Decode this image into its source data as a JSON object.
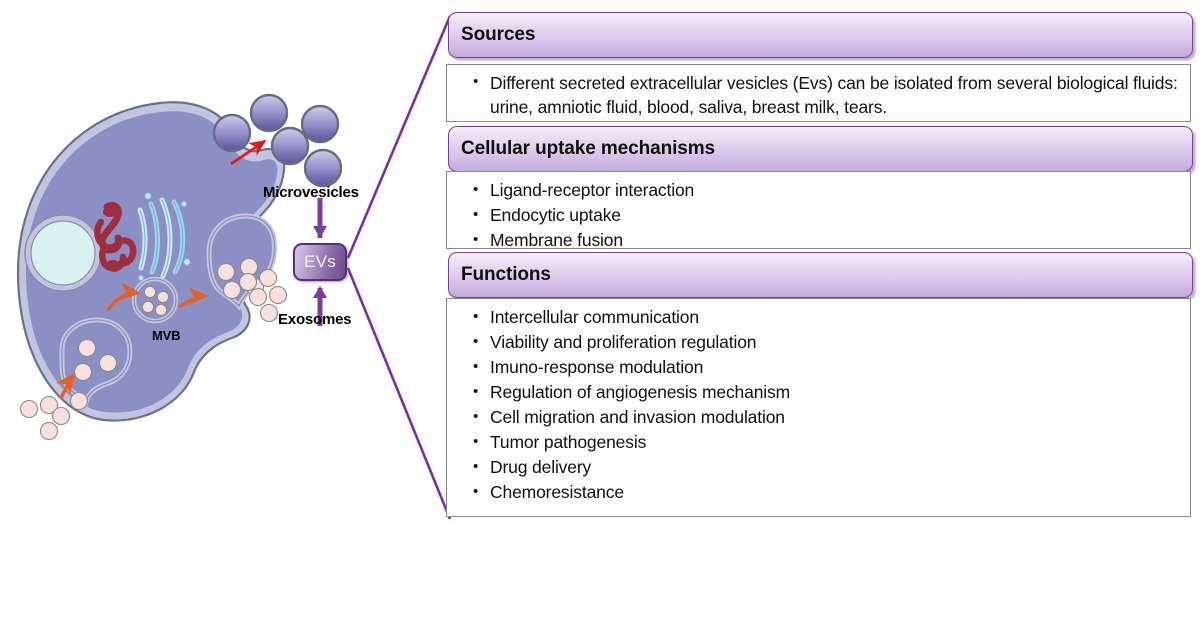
{
  "illustration": {
    "labels": {
      "microvesicles": "Microvesicles",
      "exosomes": "Exosomes",
      "mvb": "MVB",
      "evs": "EVs"
    },
    "colors": {
      "cell_body": "#8b8fc4",
      "cell_membrane": "#c3c5e0",
      "nucleus": "#d8f2f2",
      "golgi": "#9fd4ea",
      "mitochondria": "#9e2d3f",
      "microvesicle_top": "#c9c7e8",
      "microvesicle_bottom": "#5a559f",
      "exosome": "#f7e0de",
      "arrow_orange": "#e2602a",
      "arrow_red": "#d81f1f",
      "arrow_purple": "#7a3f9d",
      "connector_line": "#7a2fa0"
    }
  },
  "panels": [
    {
      "id": "sources",
      "header": "Sources",
      "items": [
        "Different secreted extracellular vesicles (Evs) can be isolated from several biological fluids: urine, amniotic fluid, blood, saliva, breast milk, tears."
      ]
    },
    {
      "id": "cellular-uptake-mechanisms",
      "header": "Cellular uptake mechanisms",
      "items": [
        "Ligand-receptor interaction",
        "Endocytic uptake",
        "Membrane fusion"
      ]
    },
    {
      "id": "functions",
      "header": "Functions",
      "items": [
        "Intercellular communication",
        "Viability and proliferation regulation",
        "Imuno-response modulation",
        "Regulation of angiogenesis mechanism",
        "Cell migration and invasion modulation",
        "Tumor pathogenesis",
        "Drug delivery",
        "Chemoresistance"
      ]
    }
  ]
}
